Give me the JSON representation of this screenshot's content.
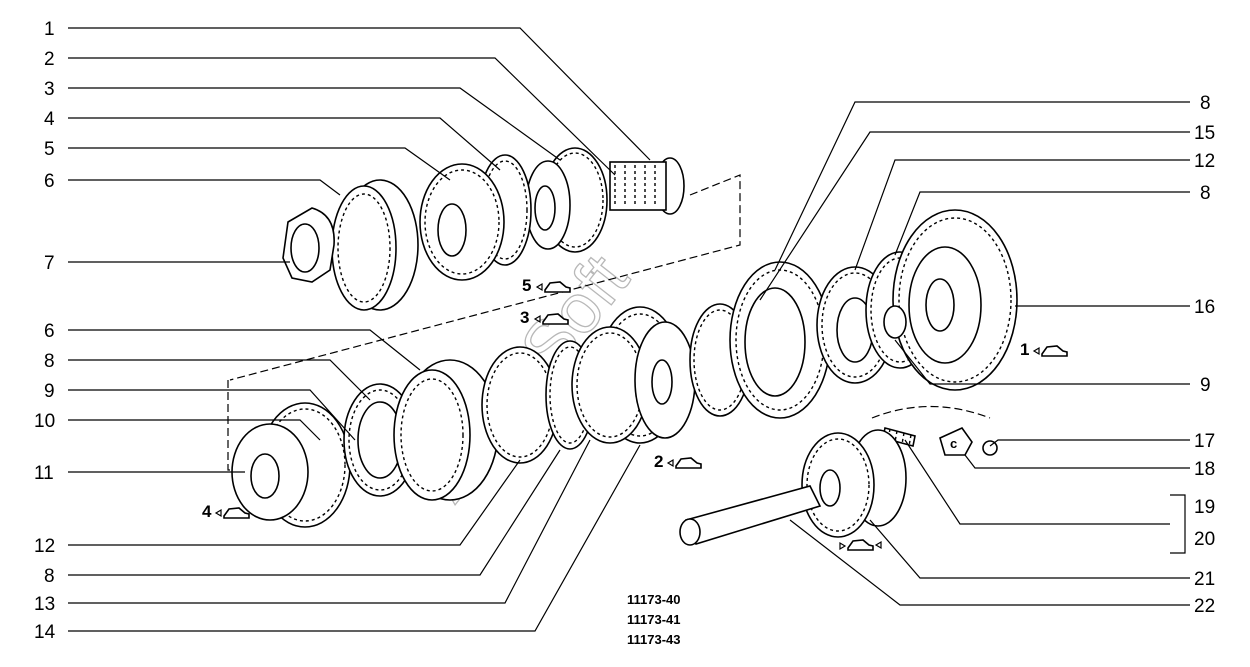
{
  "callouts": {
    "left": [
      "1",
      "2",
      "3",
      "4",
      "5",
      "6",
      "7",
      "6",
      "8",
      "9",
      "10",
      "11",
      "12",
      "8",
      "13",
      "14"
    ],
    "right": [
      "8",
      "15",
      "12",
      "8",
      "16",
      "9",
      "17",
      "18",
      "19",
      "20",
      "21",
      "22"
    ]
  },
  "gear_markers": [
    "5",
    "3",
    "2",
    "1",
    "4"
  ],
  "part_codes": [
    "11173-40",
    "11173-41",
    "11173-43"
  ],
  "watermark": "Avto-Soft",
  "icons": {
    "gear_marker": "car-icon",
    "reverse_marker": "car-reverse-icon"
  }
}
